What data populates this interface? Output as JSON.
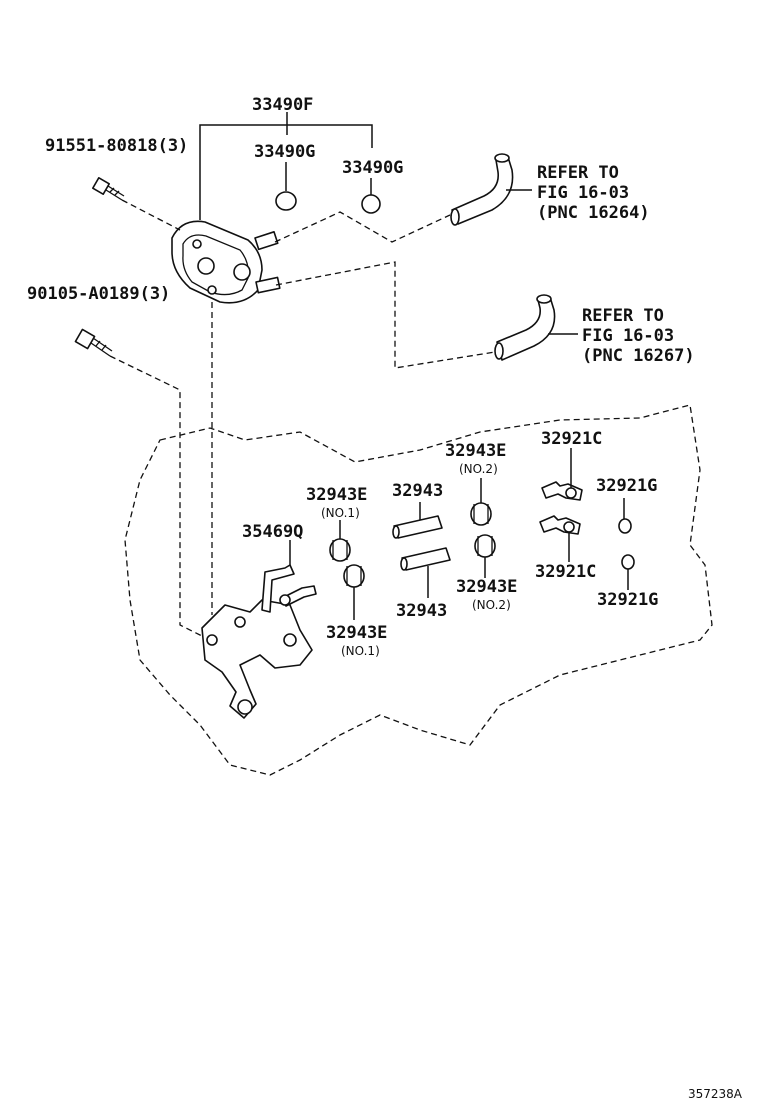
{
  "labels": {
    "p33490F": "33490F",
    "p33490G_a": "33490G",
    "p33490G_b": "33490G",
    "p91551": "91551-80818(3)",
    "p90105": "90105-A0189(3)",
    "ref1_l1": "REFER TO",
    "ref1_l2": "FIG 16-03",
    "ref1_l3": "(PNC 16264)",
    "ref2_l1": "REFER TO",
    "ref2_l2": "FIG 16-03",
    "ref2_l3": "(PNC 16267)",
    "p32943E_no2_top": "32943E",
    "p32943E_no2_top_sub": "(NO.2)",
    "p32921C_top": "32921C",
    "p32943E_no1_left": "32943E",
    "p32943E_no1_left_sub": "(NO.1)",
    "p32943_top": "32943",
    "p32921G_top": "32921G",
    "p35469Q": "35469Q",
    "p32943E_no2_bot": "32943E",
    "p32943E_no2_bot_sub": "(NO.2)",
    "p32921C_bot": "32921C",
    "p32943_bot": "32943",
    "p32921G_bot": "32921G",
    "p32943E_no1_bot": "32943E",
    "p32943E_no1_bot_sub": "(NO.1)"
  },
  "figure_id": "357238A"
}
